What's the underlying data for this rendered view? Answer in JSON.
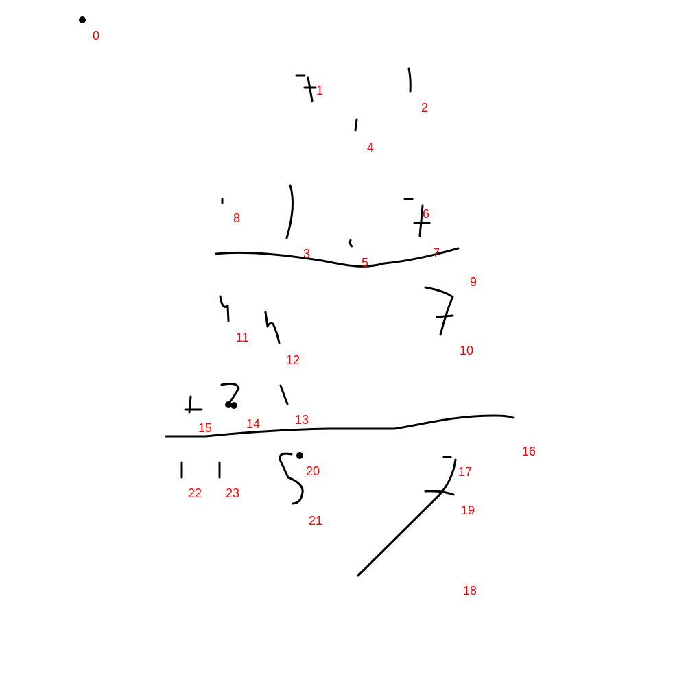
{
  "colors": {
    "background": "#ffffff",
    "ink": "#000000",
    "label": "#ff0000"
  },
  "labels": [
    "0",
    "1",
    "2",
    "3",
    "4",
    "5",
    "6",
    "7",
    "8",
    "9",
    "10",
    "11",
    "12",
    "13",
    "14",
    "15",
    "16",
    "17",
    "18",
    "19",
    "20",
    "21",
    "22",
    "23"
  ]
}
